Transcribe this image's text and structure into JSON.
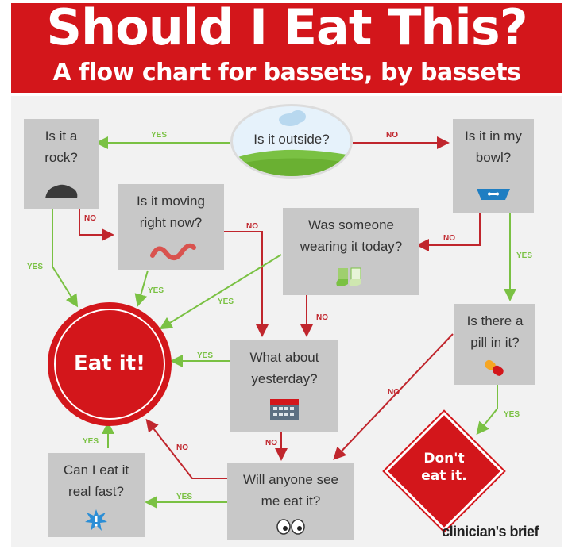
{
  "header": {
    "title": "Should I Eat This?",
    "subtitle": "A flow chart for bassets, by bassets"
  },
  "nodes": {
    "outside": "Is it outside?",
    "rock": [
      "Is it a",
      "rock?"
    ],
    "bowl": [
      "Is it in my",
      "bowl?"
    ],
    "moving": [
      "Is it moving",
      "right now?"
    ],
    "wearing": [
      "Was someone",
      "wearing it today?"
    ],
    "pill": [
      "Is there a",
      "pill in it?"
    ],
    "eat": "Eat it!",
    "yesterday": [
      "What about",
      "yesterday?"
    ],
    "dont": [
      "Don't",
      "eat it."
    ],
    "fast": [
      "Can I eat it",
      "real fast?"
    ],
    "see": [
      "Will anyone see",
      "me eat it?"
    ]
  },
  "edges": {
    "yes": "YES",
    "no": "NO"
  },
  "brand": "clinician's brief",
  "colors": {
    "red": "#d3161b",
    "green": "#7ac143",
    "arrow_red": "#c0262d",
    "box": "#c8c8c8"
  },
  "icons": [
    "cloud-grass-icon",
    "rock-icon",
    "dog-bowl-icon",
    "worm-icon",
    "socks-icon",
    "pill-icon",
    "calendar-icon",
    "eyes-icon",
    "burst-icon"
  ]
}
